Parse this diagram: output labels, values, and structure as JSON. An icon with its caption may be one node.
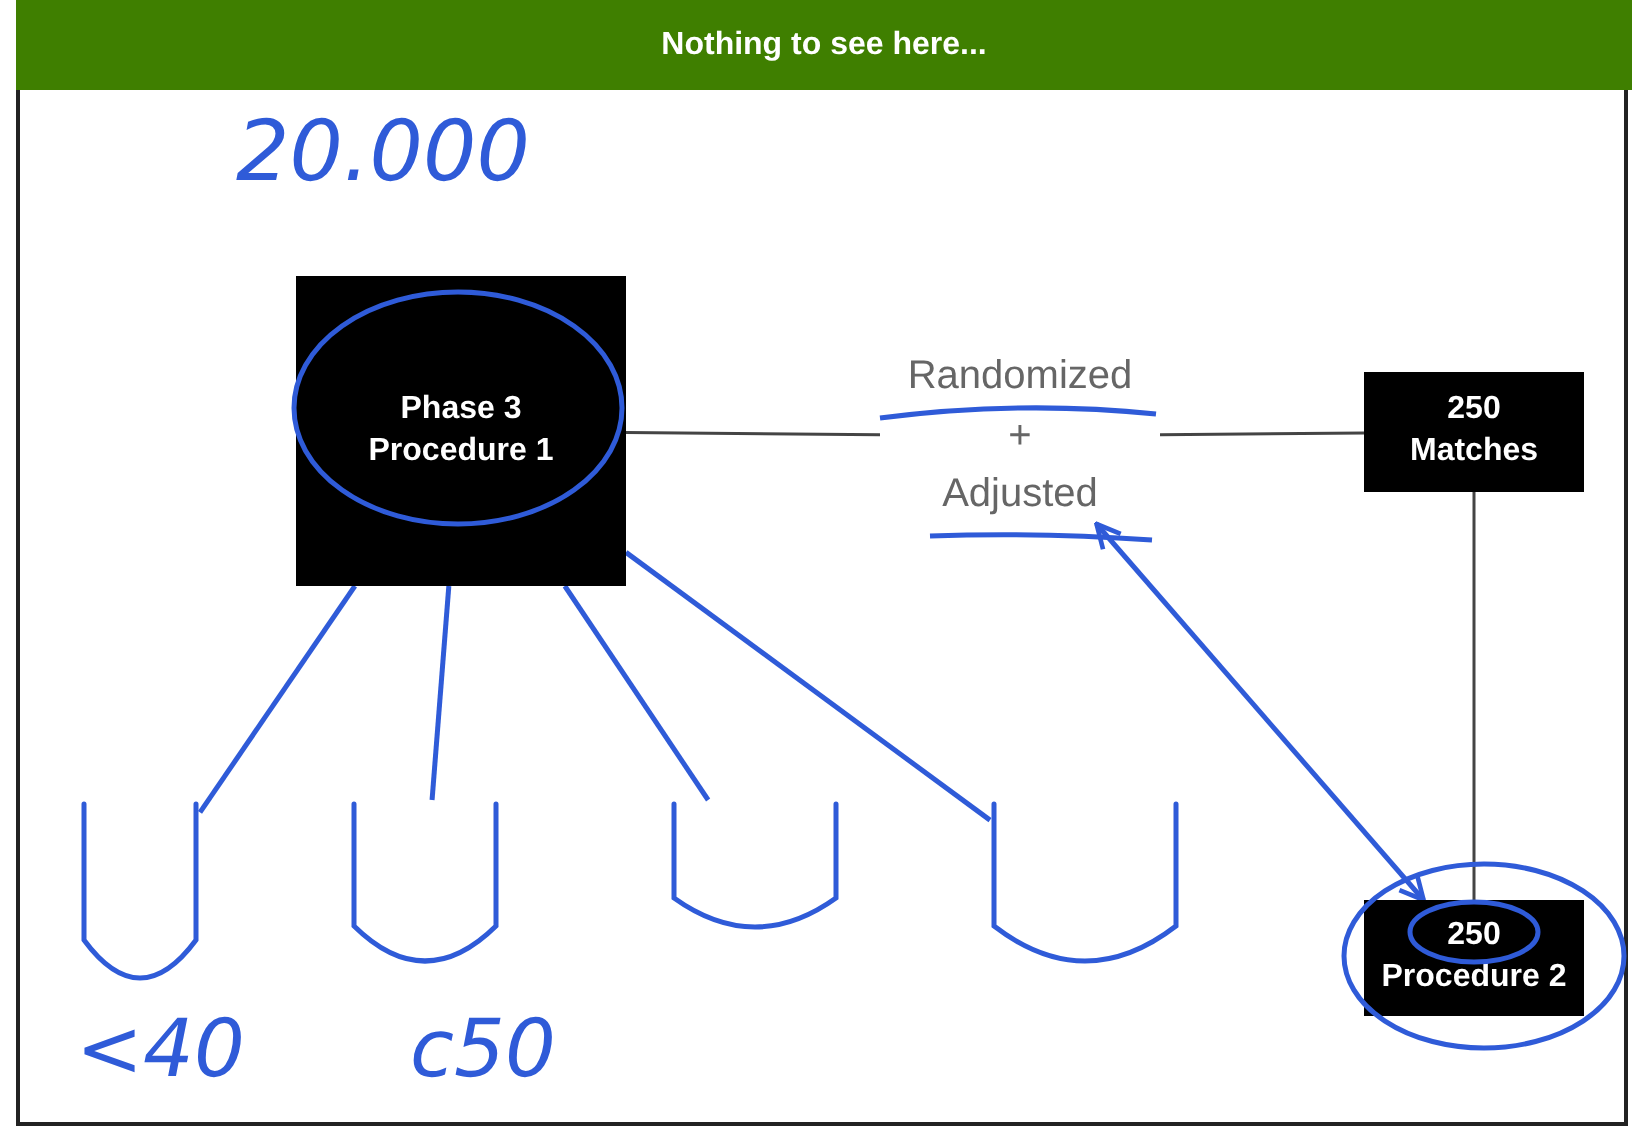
{
  "diagram": {
    "title": "Nothing to see here...",
    "nodes": [
      {
        "text": [
          "Phase 3 Procedure 1"
        ]
      },
      {
        "text": [
          "Randomized",
          "+",
          "Adjusted"
        ]
      },
      {
        "text": [
          "250 Matches"
        ]
      },
      {
        "text": [
          "250 Procedure 2"
        ]
      },
      {
        "text": [],
        "shape": "cup"
      },
      {
        "text": [],
        "shape": "cup"
      },
      {
        "text": [],
        "shape": "cup"
      },
      {
        "text": [],
        "shape": "cup"
      }
    ],
    "edges": [
      {
        "from": 0,
        "to": 1,
        "arrow": "none",
        "color": "#444444"
      },
      {
        "from": 1,
        "to": 2,
        "arrow": "none",
        "color": "#444444"
      },
      {
        "from": 2,
        "to": 3,
        "arrow": "none",
        "color": "#444444"
      },
      {
        "from": 4,
        "to": 0,
        "arrow": "none"
      },
      {
        "from": 5,
        "to": 0,
        "arrow": "none"
      },
      {
        "from": 6,
        "to": 0,
        "arrow": "none"
      },
      {
        "from": 7,
        "to": 0,
        "arrow": "none"
      },
      {
        "from": 1,
        "to": 3,
        "arrow": "both"
      }
    ],
    "labels": [
      "20.000",
      "<40",
      "c50"
    ]
  }
}
